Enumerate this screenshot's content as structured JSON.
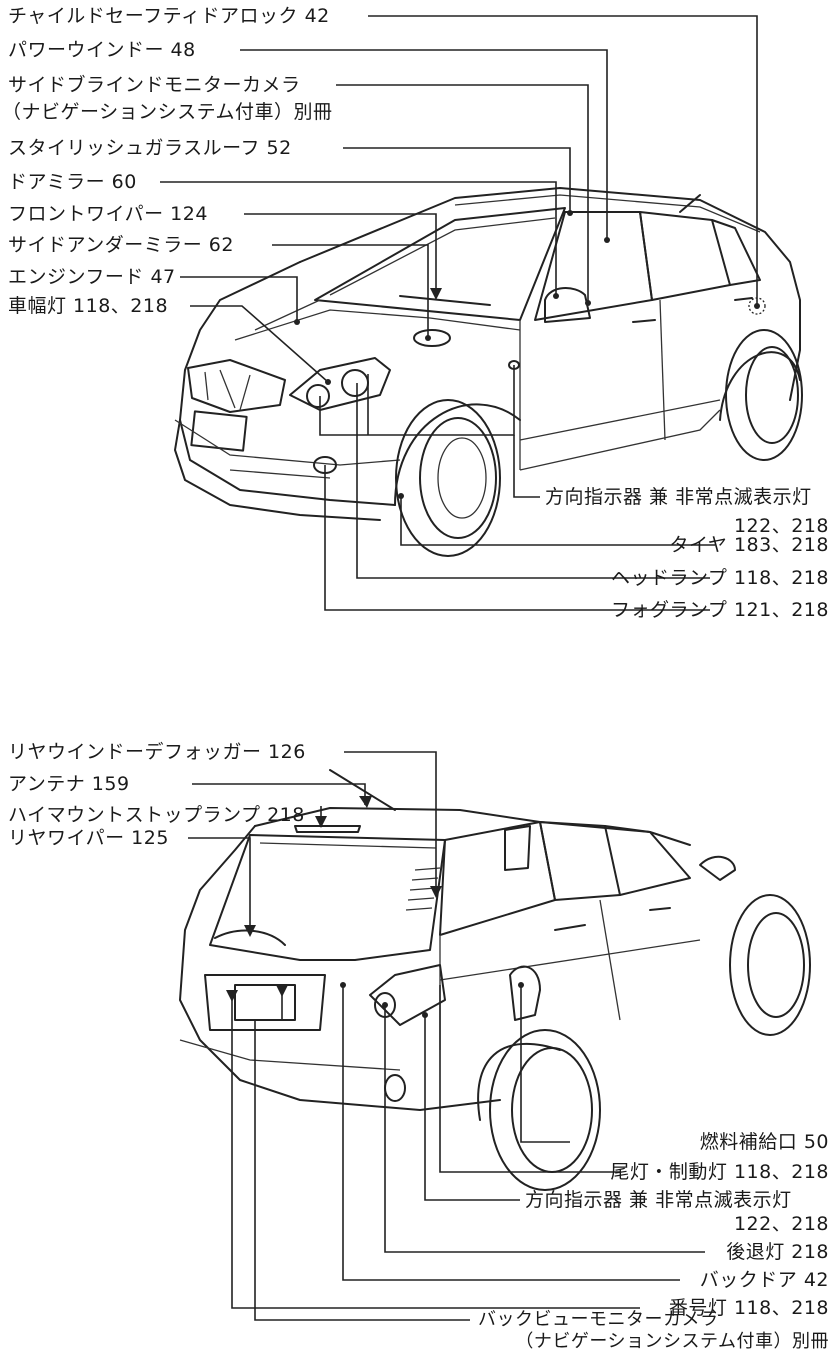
{
  "front": {
    "child_lock": "チャイルドセーフティドアロック 42",
    "power_window": "パワーウインドー 48",
    "side_blind_1": "サイドブラインドモニターカメラ",
    "side_blind_2": "（ナビゲーションシステム付車）別冊",
    "glass_roof": "スタイリッシュガラスルーフ 52",
    "door_mirror": "ドアミラー 60",
    "front_wiper": "フロントワイパー 124",
    "side_under_mirror": "サイドアンダーミラー 62",
    "engine_hood": "エンジンフード 47",
    "side_marker": "車幅灯 118、218",
    "turn_signal_1": "方向指示器 兼 非常点滅表示灯",
    "turn_signal_2": "122、218",
    "tire": "タイヤ 183、218",
    "headlamp": "ヘッドランプ 118、218",
    "fog_lamp": "フォグランプ 121、218"
  },
  "rear": {
    "rear_defogger": "リヤウインドーデフォッガー 126",
    "antenna": "アンテナ 159",
    "high_mount_stop": "ハイマウントストップランプ 218",
    "rear_wiper": "リヤワイパー 125",
    "fuel_door": "燃料補給口 50",
    "tail_stop": "尾灯・制動灯 118、218",
    "turn_signal_1": "方向指示器 兼 非常点滅表示灯",
    "turn_signal_2": "122、218",
    "backup_lamp": "後退灯 218",
    "back_door": "バックドア 42",
    "license_lamp": "番号灯 118、218",
    "back_view_1": "バックビューモニターカメラ",
    "back_view_2": "（ナビゲーションシステム付車）別冊"
  }
}
